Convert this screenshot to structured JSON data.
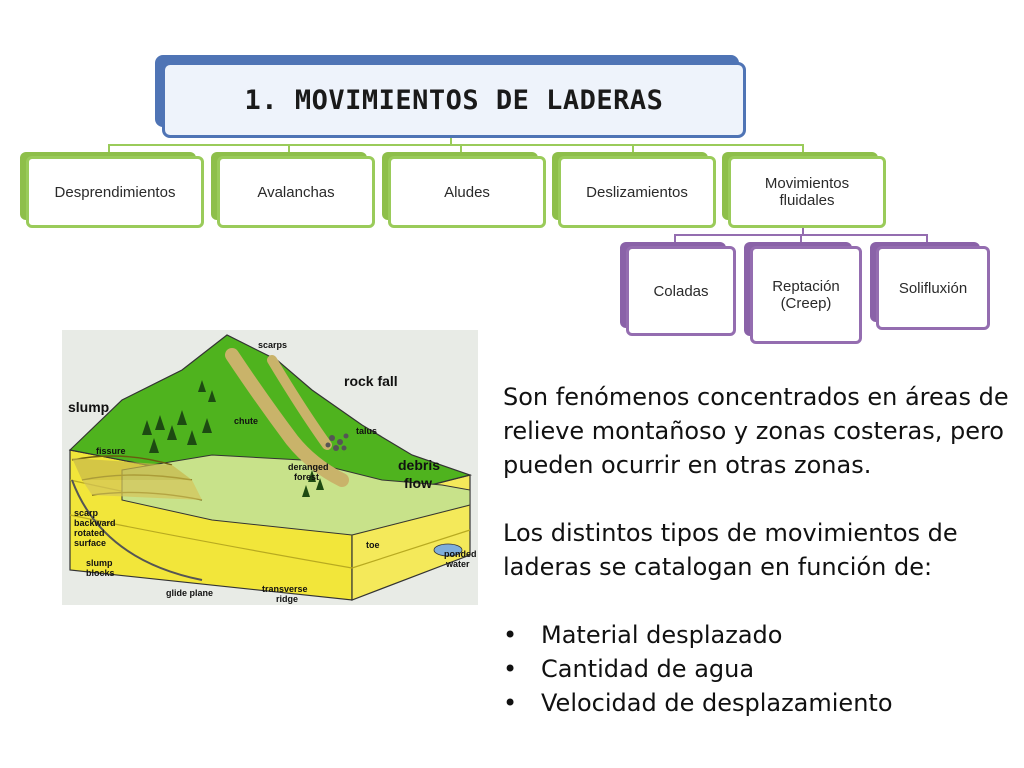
{
  "diagram": {
    "title": "1. MOVIMIENTOS DE LADERAS",
    "categories": [
      {
        "label": "Desprendimientos"
      },
      {
        "label": "Avalanchas"
      },
      {
        "label": "Aludes"
      },
      {
        "label": "Deslizamientos"
      },
      {
        "label": "Movimientos fluidales"
      }
    ],
    "subcategories": [
      {
        "label": "Coladas"
      },
      {
        "label": "Reptación (Creep)"
      },
      {
        "label": "Solifluxión"
      }
    ]
  },
  "illustration": {
    "labels": {
      "slump": "slump",
      "scarps": "scarps",
      "rock_fall": "rock fall",
      "talus": "talus",
      "chute": "chute",
      "fissure": "fissure",
      "deranged": "deranged",
      "forest": "forest",
      "debris": "debris",
      "flow": "flow",
      "scarp": "scarp",
      "backward": "backward",
      "rotated": "rotated",
      "surface": "surface",
      "toe": "toe",
      "ponded": "ponded",
      "water": "water",
      "slump2": "slump",
      "blocks": "blocks",
      "glide_plane": "glide plane",
      "transverse": "transverse",
      "ridge": "ridge"
    }
  },
  "body": {
    "paragraph1": "Son fenómenos concentrados en áreas de relieve montañoso y zonas costeras, pero pueden ocurrir en otras zonas.",
    "paragraph2": "Los distintos tipos de movimientos de laderas se catalogan en función de:",
    "bullet_symbol": "•",
    "bullets": [
      "Material desplazado",
      "Cantidad de agua",
      "Velocidad de desplazamiento"
    ]
  },
  "colors": {
    "title_border": "#4f74b5",
    "level1_border": "#9acb5a",
    "level2_border": "#946db0"
  }
}
